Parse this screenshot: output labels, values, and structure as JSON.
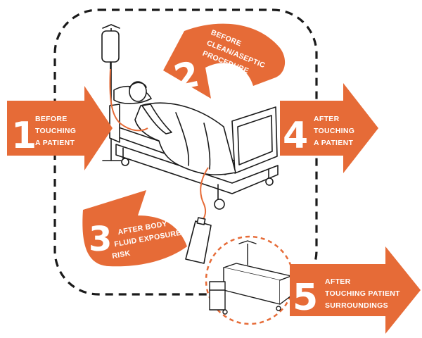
{
  "colors": {
    "arrow_fill": "#e66b37",
    "outline": "#1a1a1a",
    "tube": "#e66b37",
    "background": "#ffffff"
  },
  "moments": [
    {
      "number": "1",
      "lines": [
        "BEFORE",
        "TOUCHING",
        "A PATIENT"
      ]
    },
    {
      "number": "2",
      "lines": [
        "BEFORE",
        "CLEAN/ASEPTIC",
        "PROCEDURE"
      ]
    },
    {
      "number": "3",
      "lines": [
        "AFTER BODY",
        "FLUID EXPOSURE",
        "RISK"
      ]
    },
    {
      "number": "4",
      "lines": [
        "AFTER",
        "TOUCHING",
        "A PATIENT"
      ]
    },
    {
      "number": "5",
      "lines": [
        "AFTER",
        "TOUCHING PATIENT",
        "SURROUNDINGS"
      ]
    }
  ],
  "icons": {
    "patient_zone": "dashed-patient-zone-boundary",
    "bed": "hospital-bed-with-patient-icon",
    "iv": "iv-drip-stand-icon",
    "drain": "drainage-bag-icon",
    "surroundings": "empty-bed-surroundings-icon"
  }
}
